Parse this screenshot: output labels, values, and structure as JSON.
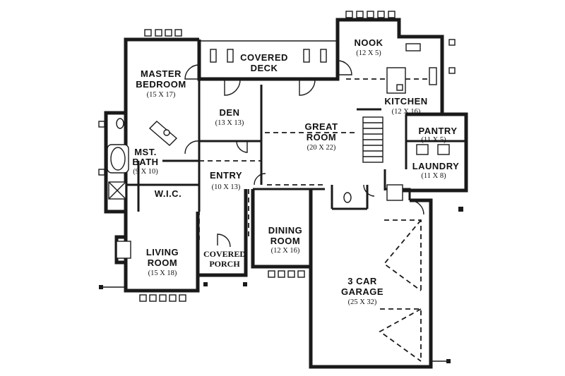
{
  "rooms": {
    "nook": {
      "name": "NOOK",
      "dim": "(12 X 5)"
    },
    "covered_deck": {
      "line1": "COVERED",
      "line2": "DECK"
    },
    "master": {
      "line1": "MASTER",
      "line2": "BEDROOM",
      "dim": "(15 X 17)"
    },
    "den": {
      "name": "DEN",
      "dim": "(13 X 13)"
    },
    "great": {
      "line1": "GREAT",
      "line2": "ROOM",
      "dim": "(20 X 22)"
    },
    "kitchen": {
      "name": "KITCHEN",
      "dim": "(12 X 16)"
    },
    "pantry": {
      "name": "PANTRY",
      "dim": "(11 X 5)"
    },
    "laundry": {
      "name": "LAUNDRY",
      "dim": "(11 X 8)"
    },
    "mst_bath": {
      "line1": "MST.",
      "line2": "BATH",
      "dim": "(9 X 10)"
    },
    "wic": {
      "name": "W.I.C."
    },
    "entry": {
      "name": "ENTRY",
      "dim": "(10 X 13)"
    },
    "dining": {
      "line1": "DINING",
      "line2": "ROOM",
      "dim": "(12 X 16)"
    },
    "living": {
      "line1": "LIVING",
      "line2": "ROOM",
      "dim": "(15 X 18)"
    },
    "porch": {
      "line1": "COVERED",
      "line2": "PORCH"
    },
    "garage": {
      "line1": "3 CAR",
      "line2": "GARAGE",
      "dim": "(25 X 32)"
    }
  }
}
